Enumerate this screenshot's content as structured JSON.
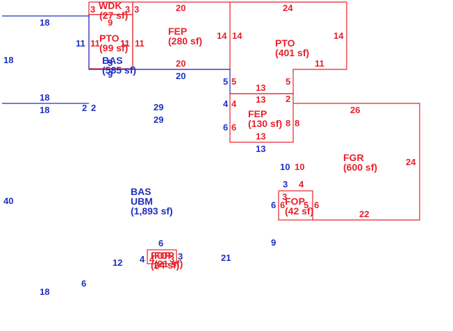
{
  "colors": {
    "living": "#1f2fbf",
    "other": "#e8202a"
  },
  "areas": [
    {
      "id": "bas_upper",
      "code": "BAS",
      "size": "(585 sf)",
      "kind": "living"
    },
    {
      "id": "bas_main",
      "code": "BAS",
      "sub": "UBM",
      "size": "(1,893 sf)",
      "kind": "living"
    },
    {
      "id": "wdk",
      "code": "WDK",
      "size": "(27 sf)",
      "kind": "other"
    },
    {
      "id": "pto_small",
      "code": "PTO",
      "size": "(99 sf)",
      "kind": "other"
    },
    {
      "id": "fep_top",
      "code": "FEP",
      "size": "(280 sf)",
      "kind": "other"
    },
    {
      "id": "pto_large",
      "code": "PTO",
      "size": "(401 sf)",
      "kind": "other"
    },
    {
      "id": "fep_mid",
      "code": "FEP",
      "size": "(130 sf)",
      "kind": "other"
    },
    {
      "id": "fgr",
      "code": "FGR",
      "size": "(600 sf)",
      "kind": "other"
    },
    {
      "id": "fop_right",
      "code": "FOP",
      "size": "(42 sf)",
      "kind": "other"
    },
    {
      "id": "fop_bottom",
      "code": "FOP",
      "size": "(24 sf)",
      "kind": "other"
    },
    {
      "id": "fop_bottom_overlap",
      "code": "FOP",
      "size": "(21 sf)",
      "kind": "other"
    }
  ],
  "dimensions": {
    "living": [
      "18",
      "11",
      "11",
      "5",
      "9",
      "20",
      "18",
      "18",
      "18",
      "2",
      "2",
      "29",
      "29",
      "4",
      "6",
      "13",
      "10",
      "3",
      "6",
      "9",
      "21",
      "4",
      "6",
      "3",
      "12",
      "6",
      "18",
      "40",
      "5"
    ],
    "other": [
      "3",
      "9",
      "3",
      "3",
      "20",
      "24",
      "11",
      "11",
      "11",
      "14",
      "14",
      "14",
      "20",
      "11",
      "5",
      "5",
      "13",
      "13",
      "13",
      "2",
      "4",
      "6",
      "8",
      "8",
      "26",
      "24",
      "10",
      "4",
      "3",
      "6",
      "6",
      "22",
      "5",
      "4",
      "3"
    ]
  }
}
